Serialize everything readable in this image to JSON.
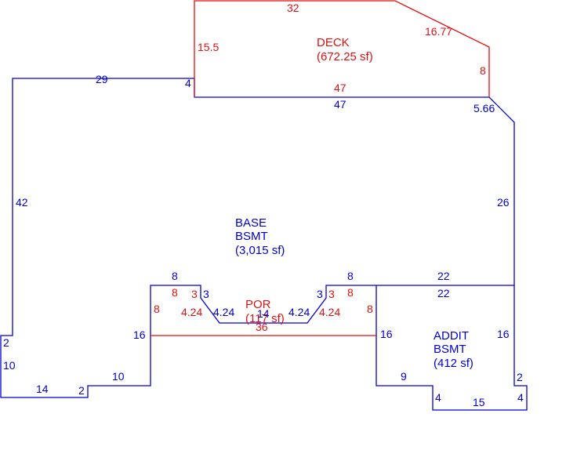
{
  "colors": {
    "blue": "#0000cc",
    "red": "#dd1111",
    "background": "#ffffff"
  },
  "areas": {
    "deck": {
      "name": "DECK",
      "size": "(672.25 sf)"
    },
    "base": {
      "line1": "BASE",
      "line2": "BSMT",
      "size": "(3,015 sf)"
    },
    "por": {
      "name": "POR",
      "size": "(117 sf)"
    },
    "addit": {
      "line1": "ADDIT",
      "line2": "BSMT",
      "size": "(412 sf)"
    }
  },
  "dims": {
    "deck_top": "32",
    "deck_diag": "16.77",
    "deck_left": "15.5",
    "deck_right": "8",
    "deck_bottom": "47",
    "base_top_left": "29",
    "base_step_4": "4",
    "base_top_mid": "47",
    "base_diag_right": "5.66",
    "base_right": "26",
    "base_left": "42",
    "base_step_2": "2",
    "base_lower_left": "10",
    "base_bottom_14": "14",
    "base_step_2b": "2",
    "base_bottom_10": "10",
    "notch_left_16": "16",
    "notch_left_top": "8",
    "notch_left_3": "3",
    "notch_diag_left": "4.24",
    "notch_bottom": "14",
    "notch_diag_right": "4.24",
    "notch_right_3": "3",
    "notch_right_top": "8",
    "add_top": "22",
    "add_left": "16",
    "por_left_8a": "8",
    "por_left_3": "3",
    "por_left_8b": "8",
    "por_diag_left": "4.24",
    "por_bottom": "36",
    "por_diag_right": "4.24",
    "por_right_3": "3",
    "por_right_8a": "8",
    "por_right_8b": "8",
    "addit_top": "22",
    "addit_right": "16",
    "addit_step_2": "2",
    "addit_bottom_9": "9",
    "addit_step_4a": "4",
    "addit_bottom_15": "15",
    "addit_step_4b": "4"
  }
}
